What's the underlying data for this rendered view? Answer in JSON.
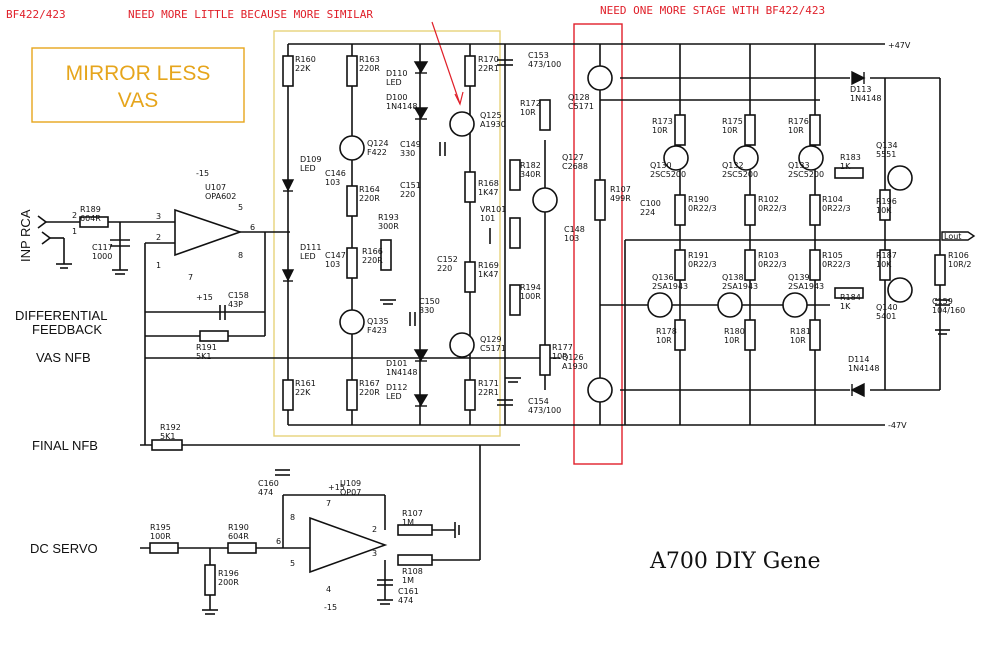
{
  "notes": {
    "bf_label": "BF422/423",
    "need_more_little": "NEED MORE LITTLE BECAUSE MORE SIMILAR",
    "need_one_more": "NEED ONE MORE STAGE WITH BF422/423",
    "mirror_line1": "MIRROR LESS",
    "mirror_line2": "VAS"
  },
  "labels": {
    "inp_rca": "INP RCA",
    "diff_fb_1": "DIFFERENTIAL",
    "diff_fb_2": "FEEDBACK",
    "vas_nfb": "VAS NFB",
    "final_nfb": "FINAL NFB",
    "dc_servo": "DC SERVO",
    "title": "A700 DIY Gene",
    "plus_rail": "+47V",
    "minus_rail": "-47V",
    "lout": "Lout"
  },
  "components": [
    {
      "id": "R189",
      "ref": "R189",
      "val": "604R"
    },
    {
      "id": "C117",
      "ref": "C117",
      "val": "1000"
    },
    {
      "id": "U107",
      "ref": "U107",
      "val": "OPA602"
    },
    {
      "id": "C158",
      "ref": "C158",
      "val": "43P"
    },
    {
      "id": "R191a",
      "ref": "R191",
      "val": "5K1"
    },
    {
      "id": "R160",
      "ref": "R160",
      "val": "22K"
    },
    {
      "id": "R163",
      "ref": "R163",
      "val": "220R"
    },
    {
      "id": "D110",
      "ref": "D110",
      "val": "LED"
    },
    {
      "id": "D100",
      "ref": "D100",
      "val": "1N4148"
    },
    {
      "id": "R170",
      "ref": "R170",
      "val": "22R1"
    },
    {
      "id": "Q125",
      "ref": "Q125",
      "val": "A1930"
    },
    {
      "id": "Q124",
      "ref": "Q124",
      "val": "F422"
    },
    {
      "id": "C149",
      "ref": "C149",
      "val": "330"
    },
    {
      "id": "D109",
      "ref": "D109",
      "val": "LED"
    },
    {
      "id": "C146",
      "ref": "C146",
      "val": "103"
    },
    {
      "id": "R164",
      "ref": "R164",
      "val": "220R"
    },
    {
      "id": "C151",
      "ref": "C151",
      "val": "220"
    },
    {
      "id": "R168",
      "ref": "R168",
      "val": "1K47"
    },
    {
      "id": "R193",
      "ref": "R193",
      "val": "300R"
    },
    {
      "id": "VR101",
      "ref": "VR101",
      "val": "101"
    },
    {
      "id": "D111",
      "ref": "D111",
      "val": "LED"
    },
    {
      "id": "C147",
      "ref": "C147",
      "val": "103"
    },
    {
      "id": "R166",
      "ref": "R166",
      "val": "220R"
    },
    {
      "id": "C152",
      "ref": "C152",
      "val": "220"
    },
    {
      "id": "R169",
      "ref": "R169",
      "val": "1K47"
    },
    {
      "id": "C150",
      "ref": "C150",
      "val": "330"
    },
    {
      "id": "Q135",
      "ref": "Q135",
      "val": "F423"
    },
    {
      "id": "Q129",
      "ref": "Q129",
      "val": "C5171"
    },
    {
      "id": "D101",
      "ref": "D101",
      "val": "1N4148"
    },
    {
      "id": "D112",
      "ref": "D112",
      "val": "LED"
    },
    {
      "id": "R161",
      "ref": "R161",
      "val": "22K"
    },
    {
      "id": "R167",
      "ref": "R167",
      "val": "220R"
    },
    {
      "id": "R171",
      "ref": "R171",
      "val": "22R1"
    },
    {
      "id": "C153",
      "ref": "C153",
      "val": "473/100"
    },
    {
      "id": "C154",
      "ref": "C154",
      "val": "473/100"
    },
    {
      "id": "R172",
      "ref": "R172",
      "val": "10R"
    },
    {
      "id": "Q128",
      "ref": "Q128",
      "val": "C5171"
    },
    {
      "id": "R182",
      "ref": "R182",
      "val": "340R"
    },
    {
      "id": "Q127",
      "ref": "Q127",
      "val": "C2688"
    },
    {
      "id": "C148",
      "ref": "C148",
      "val": "103"
    },
    {
      "id": "R194",
      "ref": "R194",
      "val": "100R"
    },
    {
      "id": "R177",
      "ref": "R177",
      "val": "10R"
    },
    {
      "id": "Q126",
      "ref": "Q126",
      "val": "A1930"
    },
    {
      "id": "R107",
      "ref": "R107",
      "val": "499R"
    },
    {
      "id": "C100",
      "ref": "C100",
      "val": "224"
    },
    {
      "id": "R173",
      "ref": "R173",
      "val": "10R"
    },
    {
      "id": "Q130",
      "ref": "Q130",
      "val": "2SC5200"
    },
    {
      "id": "R175",
      "ref": "R175",
      "val": "10R"
    },
    {
      "id": "Q132",
      "ref": "Q132",
      "val": "2SC5200"
    },
    {
      "id": "R176",
      "ref": "R176",
      "val": "10R"
    },
    {
      "id": "Q133",
      "ref": "Q133",
      "val": "2SC5200"
    },
    {
      "id": "R183",
      "ref": "R183",
      "val": "1K"
    },
    {
      "id": "Q134",
      "ref": "Q134",
      "val": "5551"
    },
    {
      "id": "D113",
      "ref": "D113",
      "val": "1N4148"
    },
    {
      "id": "R190a",
      "ref": "R190",
      "val": "0R22/3"
    },
    {
      "id": "R102",
      "ref": "R102",
      "val": "0R22/3"
    },
    {
      "id": "R104",
      "ref": "R104",
      "val": "0R22/3"
    },
    {
      "id": "R196a",
      "ref": "R196",
      "val": "10K"
    },
    {
      "id": "R191b",
      "ref": "R191",
      "val": "0R22/3"
    },
    {
      "id": "R103",
      "ref": "R103",
      "val": "0R22/3"
    },
    {
      "id": "R105",
      "ref": "R105",
      "val": "0R22/3"
    },
    {
      "id": "R187",
      "ref": "R187",
      "val": "10K"
    },
    {
      "id": "R106",
      "ref": "R106",
      "val": "10R/2"
    },
    {
      "id": "C159",
      "ref": "C159",
      "val": "104/160"
    },
    {
      "id": "Q136",
      "ref": "Q136",
      "val": "2SA1943"
    },
    {
      "id": "Q138",
      "ref": "Q138",
      "val": "2SA1943"
    },
    {
      "id": "Q139",
      "ref": "Q139",
      "val": "2SA1943"
    },
    {
      "id": "R184",
      "ref": "R184",
      "val": "1K"
    },
    {
      "id": "Q140",
      "ref": "Q140",
      "val": "5401"
    },
    {
      "id": "R178",
      "ref": "R178",
      "val": "10R"
    },
    {
      "id": "R180",
      "ref": "R180",
      "val": "10R"
    },
    {
      "id": "R181",
      "ref": "R181",
      "val": "10R"
    },
    {
      "id": "D114",
      "ref": "D114",
      "val": "1N4148"
    },
    {
      "id": "R192",
      "ref": "R192",
      "val": "5K1"
    },
    {
      "id": "C160",
      "ref": "C160",
      "val": "474"
    },
    {
      "id": "U109",
      "ref": "U109",
      "val": "OP07"
    },
    {
      "id": "R195",
      "ref": "R195",
      "val": "100R"
    },
    {
      "id": "R190b",
      "ref": "R190",
      "val": "604R"
    },
    {
      "id": "R196b",
      "ref": "R196",
      "val": "200R"
    },
    {
      "id": "R107b",
      "ref": "R107",
      "val": "1M"
    },
    {
      "id": "R108",
      "ref": "R108",
      "val": "1M"
    },
    {
      "id": "C161",
      "ref": "C161",
      "val": "474"
    }
  ],
  "pins": {
    "u107_top": "-15",
    "u107_bot": "+15",
    "u109_top": "+15",
    "u109_bot": "-15",
    "p2": "2",
    "p3": "3",
    "p1": "1",
    "p5": "5",
    "p6": "6",
    "p7": "7",
    "p8": "8",
    "p4": "4"
  }
}
